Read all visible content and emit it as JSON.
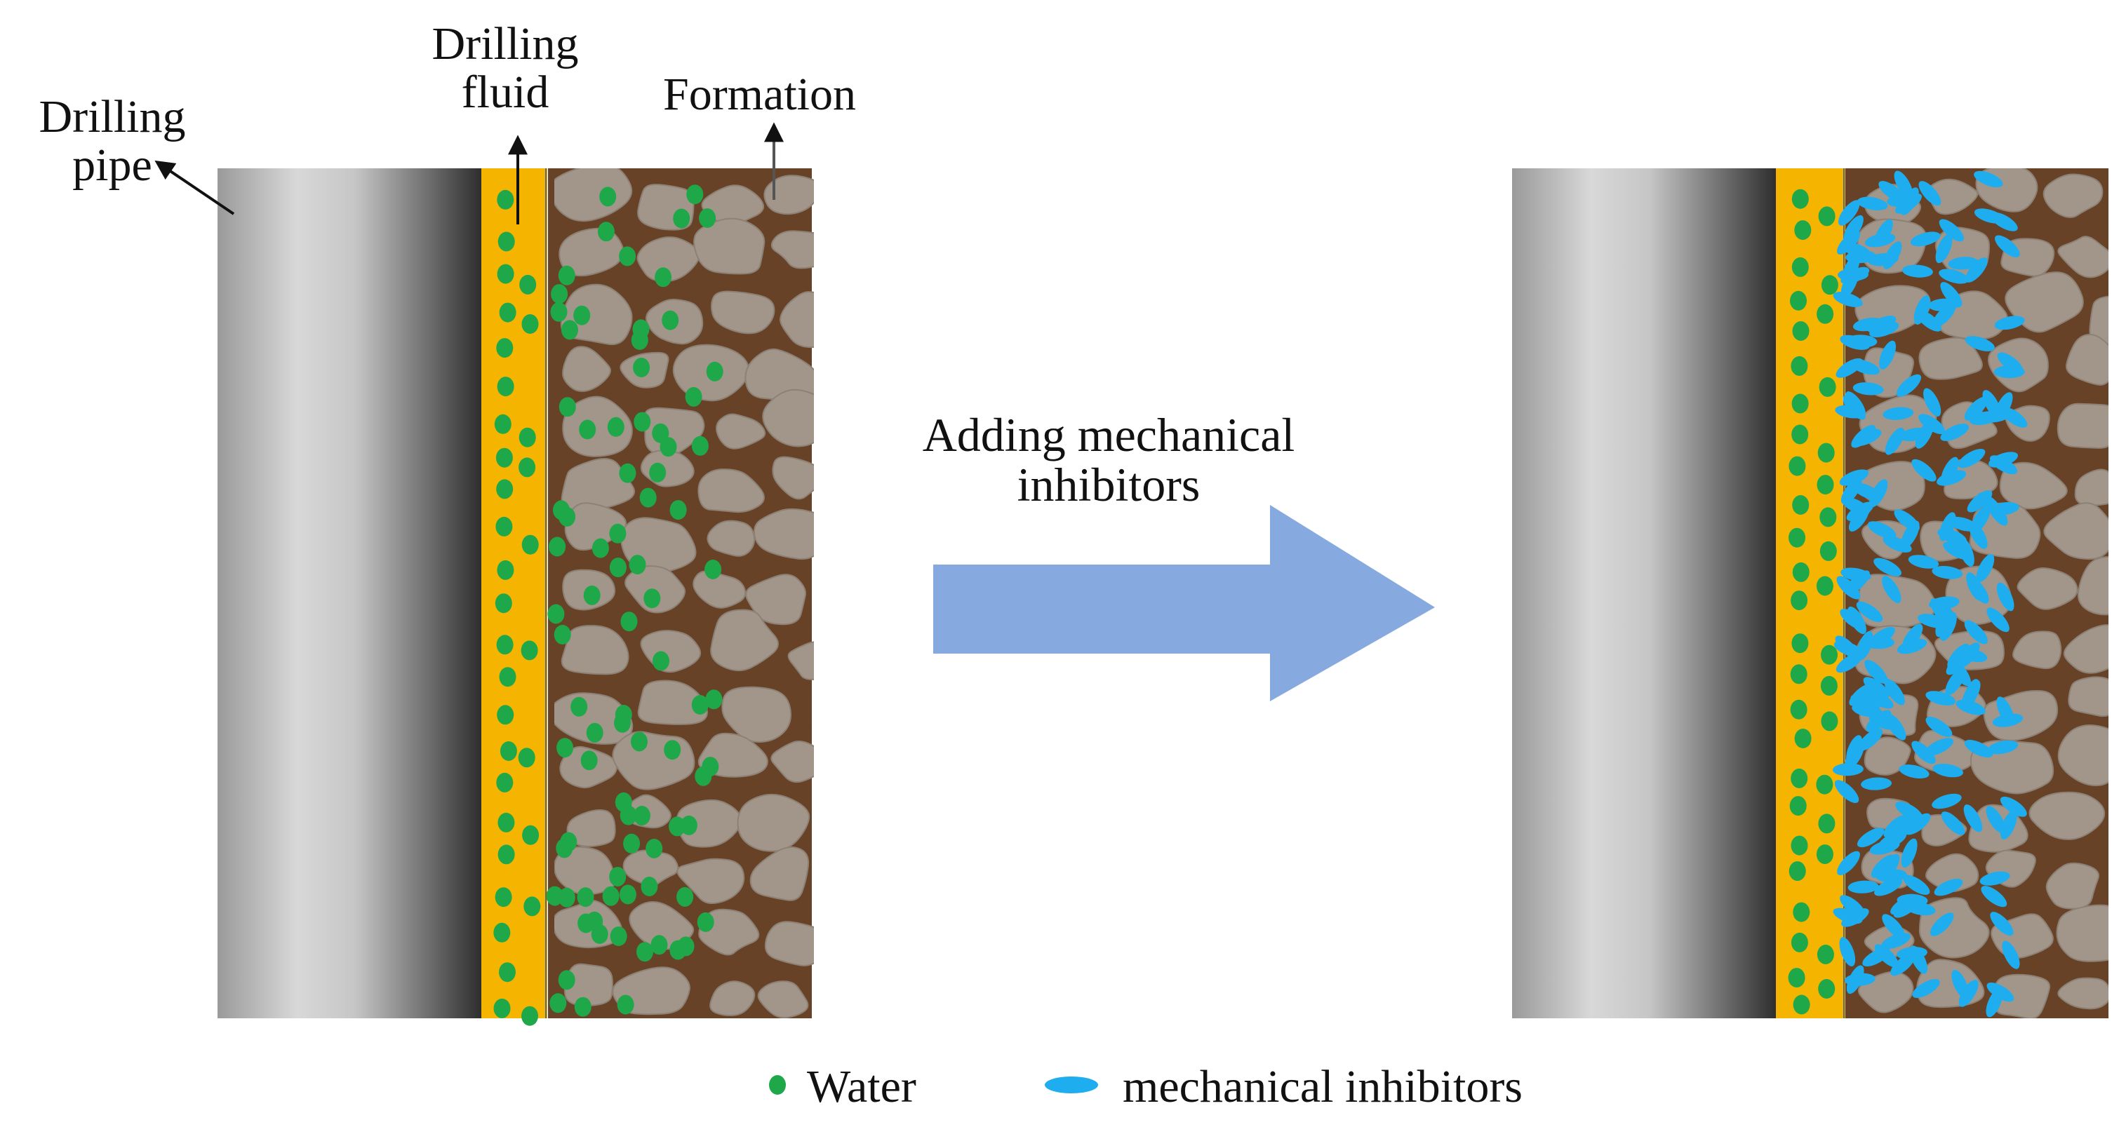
{
  "labels": {
    "drilling_pipe": [
      "Drilling",
      "pipe"
    ],
    "drilling_fluid": [
      "Drilling",
      "fluid"
    ],
    "formation": "Formation",
    "arrow_text": [
      "Adding mechanical",
      "inhibitors"
    ]
  },
  "legend": {
    "water": "Water",
    "inhibitors": "mechanical inhibitors"
  },
  "colors": {
    "fluid": "#f5b400",
    "water": "#1fa84a",
    "inhibitor": "#1eaef0",
    "rock": "#a2968a",
    "formation_bg": "#6a4428",
    "arrow": "#86aadf"
  },
  "icons": [
    "water-dot-icon",
    "inhibitor-ellipse-icon",
    "process-arrow-icon"
  ]
}
